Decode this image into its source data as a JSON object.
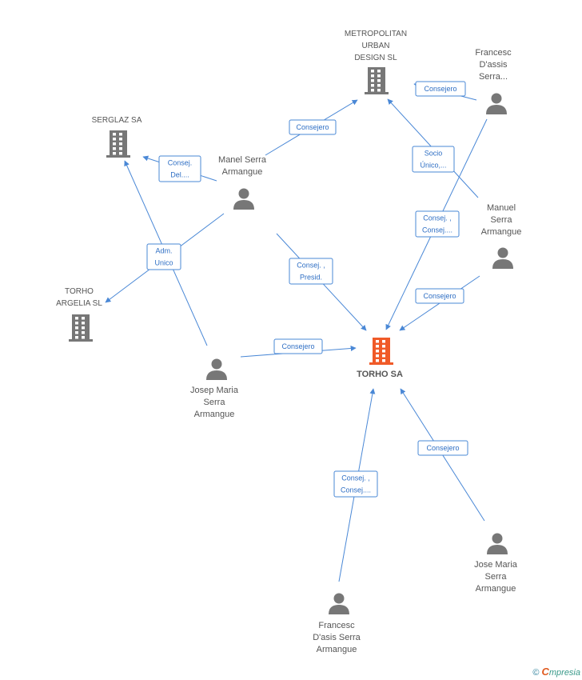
{
  "nodes": {
    "metropolitan": {
      "label": [
        "METROPOLITAN",
        "URBAN",
        "DESIGN SL"
      ],
      "kind": "company"
    },
    "serglaz": {
      "label": [
        "SERGLAZ SA"
      ],
      "kind": "company"
    },
    "torho_argelia": {
      "label": [
        "TORHO",
        "ARGELIA  SL"
      ],
      "kind": "company"
    },
    "torho_sa": {
      "label": [
        "TORHO SA"
      ],
      "kind": "company-main"
    },
    "francesc_top": {
      "label": [
        "Francesc",
        "D'assis",
        "Serra..."
      ],
      "kind": "person"
    },
    "manel": {
      "label": [
        "Manel Serra",
        "Armangue"
      ],
      "kind": "person"
    },
    "manuel": {
      "label": [
        "Manuel",
        "Serra",
        "Armangue"
      ],
      "kind": "person"
    },
    "josep": {
      "label": [
        "Josep Maria",
        "Serra",
        "Armangue"
      ],
      "kind": "person"
    },
    "jose": {
      "label": [
        "Jose Maria",
        "Serra",
        "Armangue"
      ],
      "kind": "person"
    },
    "francesc_bottom": {
      "label": [
        "Francesc",
        "D'asis Serra",
        "Armangue"
      ],
      "kind": "person"
    }
  },
  "edges": [
    {
      "label": [
        "Consejero"
      ]
    },
    {
      "label": [
        "Consej.",
        "Del...."
      ]
    },
    {
      "label": [
        "Consejero"
      ]
    },
    {
      "label": [
        "Socio",
        "Único,..."
      ]
    },
    {
      "label": [
        "Consej. ,",
        "Consej...."
      ]
    },
    {
      "label": [
        "Consej. ,",
        "Presid."
      ]
    },
    {
      "label": [
        "Consejero"
      ]
    },
    {
      "label": [
        "Adm.",
        "Unico"
      ]
    },
    {
      "label": [
        "Consejero"
      ]
    },
    {
      "label": [
        "Consej. ,",
        "Consej...."
      ]
    },
    {
      "label": [
        "Consejero"
      ]
    }
  ],
  "colors": {
    "edge": "#4a88d6",
    "icon": "#777777",
    "main_icon": "#f05a28"
  },
  "footer": {
    "copyright": "©",
    "brand_initial": "C",
    "brand_rest": "mpresia"
  }
}
